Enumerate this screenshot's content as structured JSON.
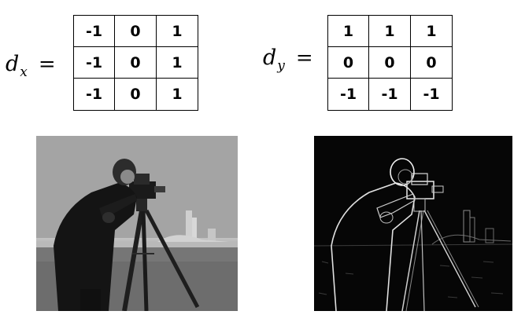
{
  "dx": {
    "symbol": "d",
    "subscript": "x",
    "equals": "=",
    "kernel": [
      [
        "-1",
        "0",
        "1"
      ],
      [
        "-1",
        "0",
        "1"
      ],
      [
        "-1",
        "0",
        "1"
      ]
    ]
  },
  "dy": {
    "symbol": "d",
    "subscript": "y",
    "equals": "=",
    "kernel": [
      [
        "1",
        "1",
        "1"
      ],
      [
        "0",
        "0",
        "0"
      ],
      [
        "-1",
        "-1",
        "-1"
      ]
    ]
  }
}
